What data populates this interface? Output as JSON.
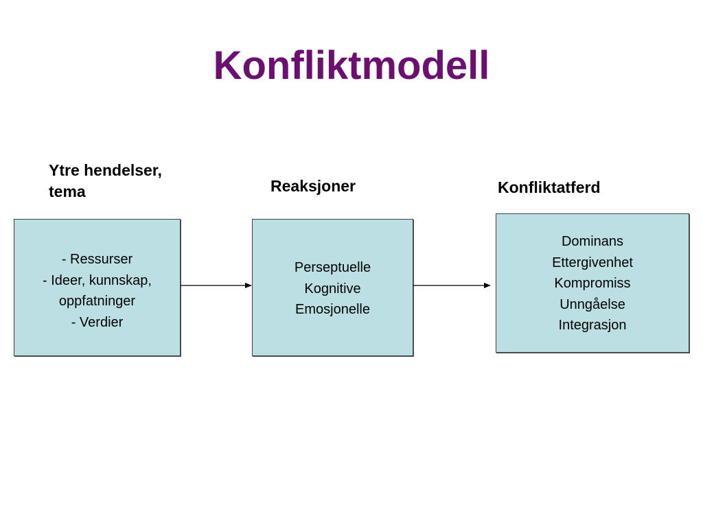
{
  "title": "Konfliktmodell",
  "columns": [
    {
      "heading": [
        "Ytre hendelser,",
        "tema"
      ],
      "items": [
        "- Ressurser",
        "- Ideer, kunnskap,",
        "oppfatninger",
        "- Verdier"
      ]
    },
    {
      "heading": [
        "Reaksjoner"
      ],
      "items": [
        "Perseptuelle",
        "Kognitive",
        "Emosjonelle"
      ]
    },
    {
      "heading": [
        "Konfliktatferd"
      ],
      "items": [
        "Dominans",
        "Ettergivenhet",
        "Kompromiss",
        "Unngåelse",
        "Integrasjon"
      ]
    }
  ],
  "colors": {
    "title": "#6b1070",
    "box_fill": "#bcdfe3",
    "box_border": "#404040",
    "arrow": "#000000"
  }
}
